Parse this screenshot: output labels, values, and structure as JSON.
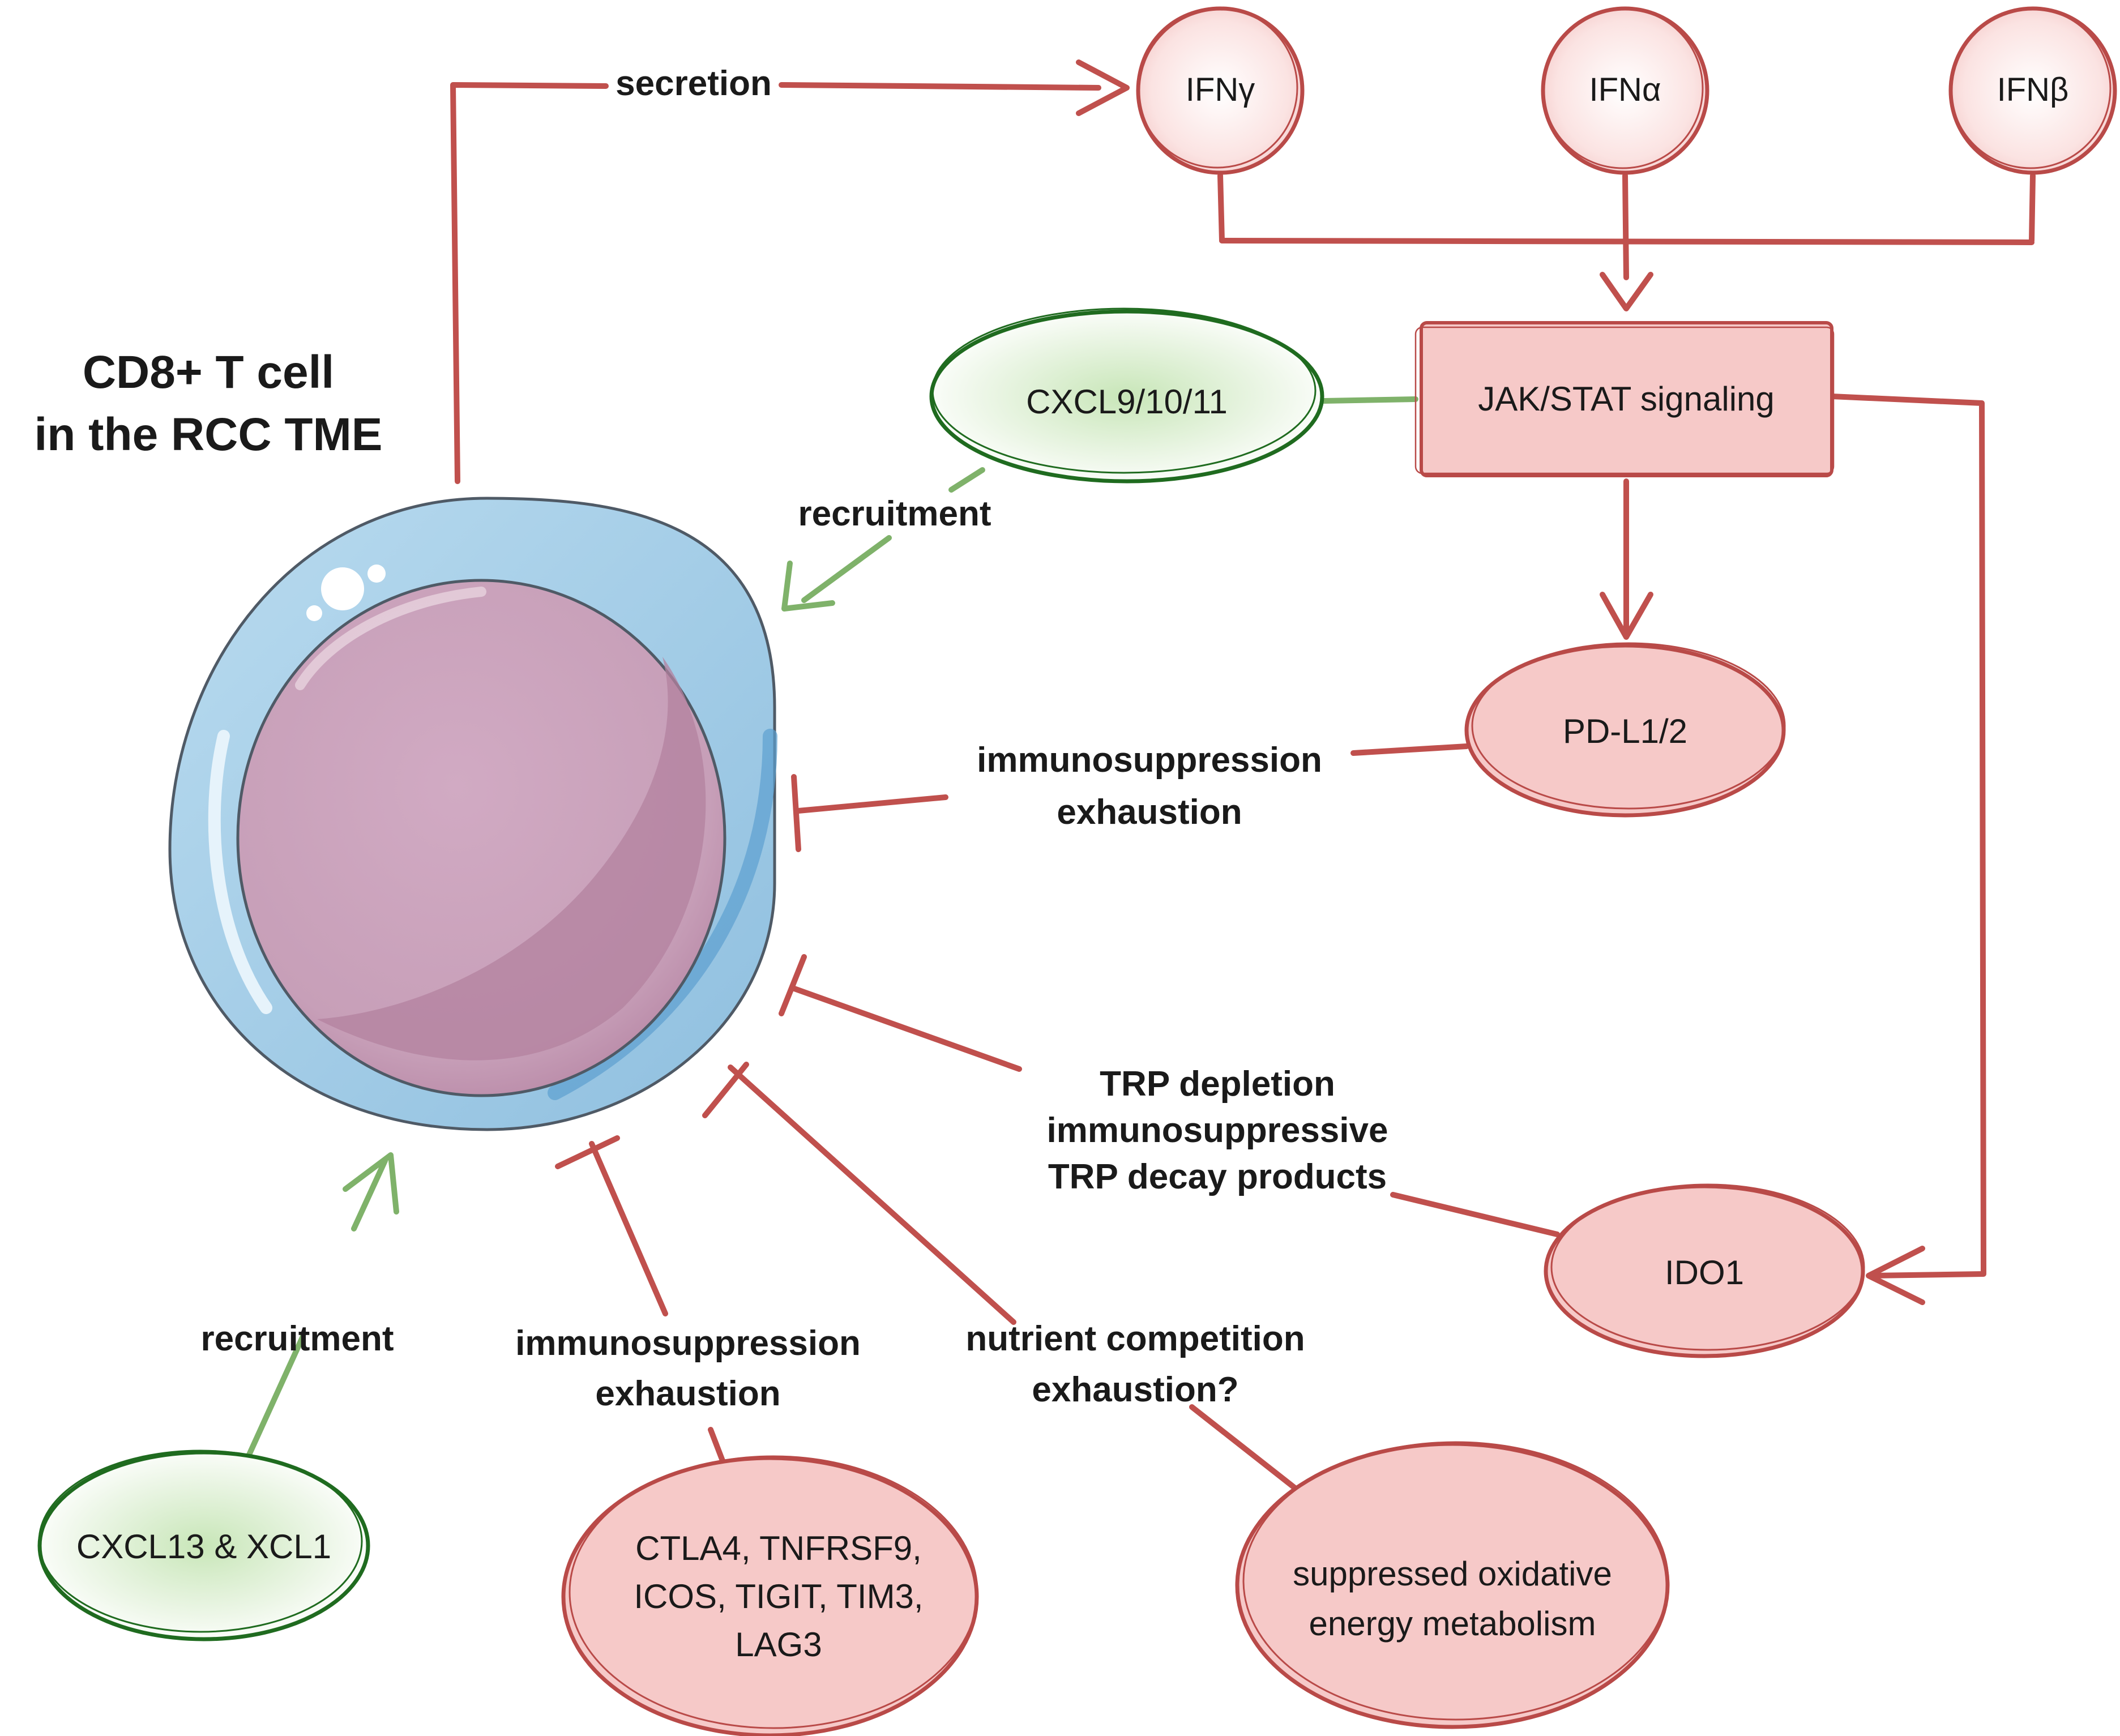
{
  "colors": {
    "red_line": "#c0504d",
    "green_line": "#7fb26a",
    "green_dark": "#1f6b1f",
    "pink_fill": "#f6c9c8",
    "pink_edge": "#b94a48",
    "cell_outer": "#a9cfe8",
    "cell_inner": "#c8a3bb"
  },
  "title": {
    "line1": "CD8+ T cell",
    "line2": "in the RCC TME"
  },
  "nodes": {
    "ifn_gamma": "IFNγ",
    "ifn_alpha": "IFNα",
    "ifn_beta": "IFNβ",
    "jak_stat": "JAK/STAT signaling",
    "cxcl9": "CXCL9/10/11",
    "pdl1": "PD-L1/2",
    "ido1": "IDO1",
    "cxcl13": "CXCL13 & XCL1",
    "checkpoints": [
      "CTLA4, TNFRSF9,",
      "ICOS, TIGIT, TIM3,",
      "LAG3"
    ],
    "metabolism": [
      "suppressed oxidative",
      "energy metabolism"
    ]
  },
  "labels": {
    "secretion": "secretion",
    "recruitment_top": "recruitment",
    "recruitment_bottom": "recruitment",
    "pdl1_effect": [
      "immunosuppression",
      "exhaustion"
    ],
    "ido1_effect": [
      "TRP depletion",
      "immunosuppressive",
      "TRP decay products"
    ],
    "checkpoint_effect": [
      "immunosuppression",
      "exhaustion"
    ],
    "metabolism_effect": [
      "nutrient competition",
      "exhaustion?"
    ]
  }
}
